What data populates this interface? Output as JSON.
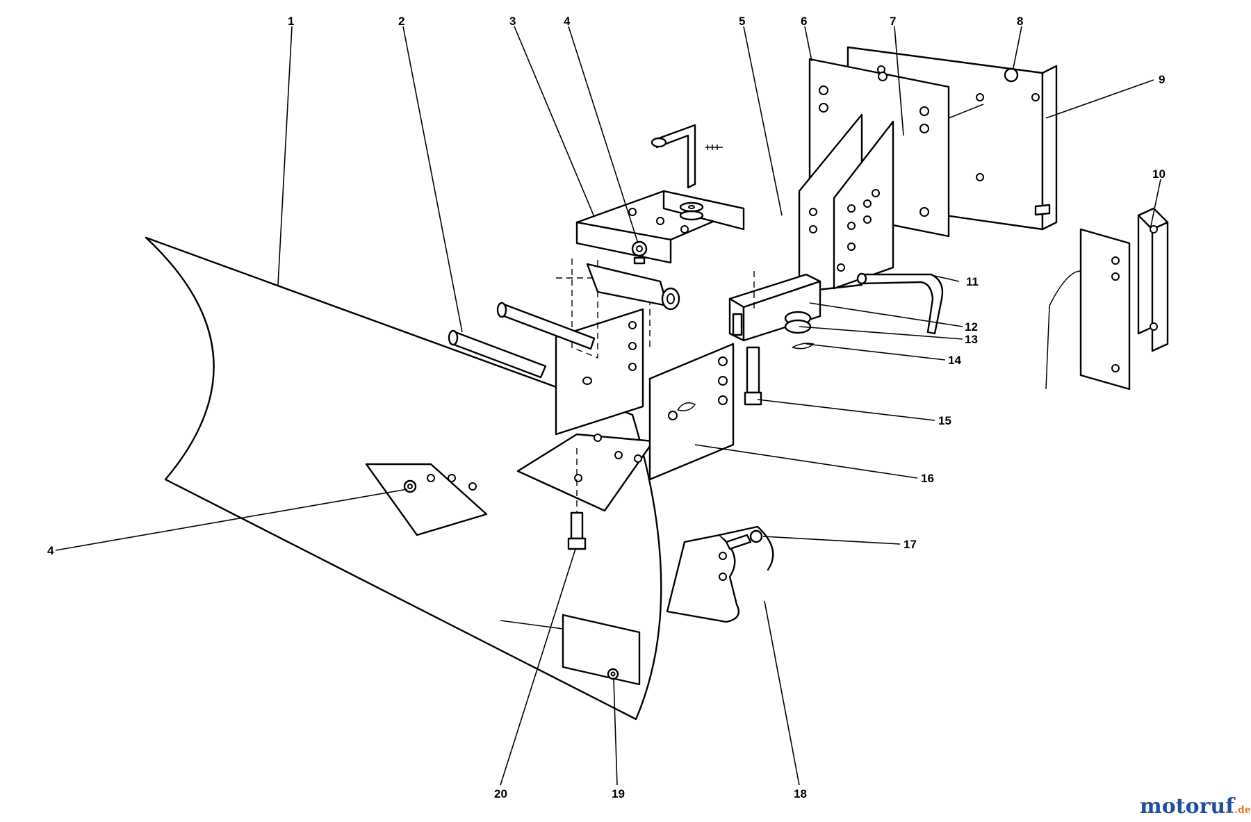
{
  "callouts": {
    "c1": "1",
    "c2": "2",
    "c3": "3",
    "c4a": "4",
    "c4b": "4",
    "c5": "5",
    "c6": "6",
    "c7": "7",
    "c8": "8",
    "c9": "9",
    "c10": "10",
    "c11": "11",
    "c12": "12",
    "c13": "13",
    "c14": "14",
    "c15": "15",
    "c16": "16",
    "c17": "17",
    "c18": "18",
    "c19": "19",
    "c20": "20"
  },
  "watermark": {
    "brand_main": "motoruf",
    "brand_tld": ".de",
    "colors": {
      "blue": "#1f4f9c",
      "orange": "#e87a1e"
    }
  }
}
